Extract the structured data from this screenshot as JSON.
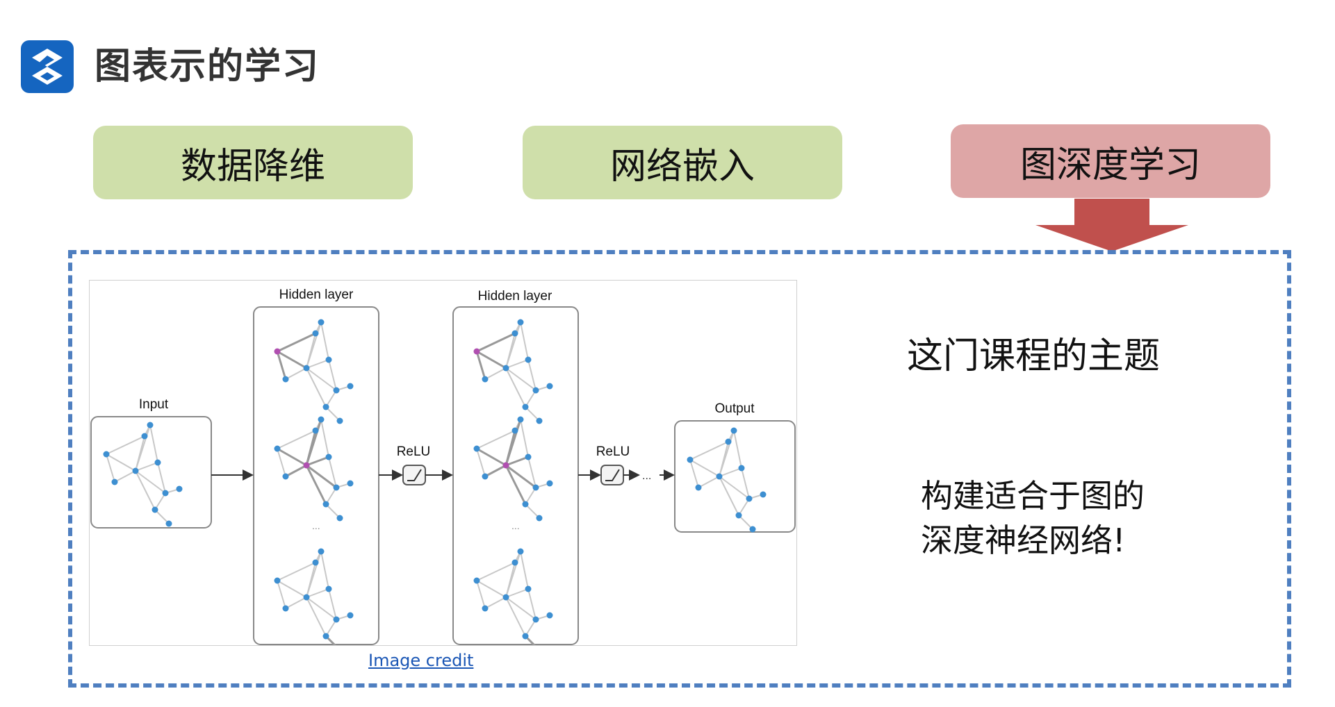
{
  "header": {
    "title": "图表示的学习",
    "logo_icon": "s-logo-icon",
    "logo_color": "#1565c0"
  },
  "topics": [
    {
      "label": "数据降维",
      "color": "#cfdfaa"
    },
    {
      "label": "网络嵌入",
      "color": "#cfdfaa"
    },
    {
      "label": "图深度学习",
      "color": "#dea6a6"
    }
  ],
  "arrow_color": "#c0504d",
  "frame_color": "#4f7fc0",
  "figure": {
    "labels": {
      "input": "Input",
      "hidden1": "Hidden layer",
      "hidden2": "Hidden layer",
      "relu1": "ReLU",
      "relu2": "ReLU",
      "output": "Output",
      "ellipsis1": "...",
      "ellipsis2": "...",
      "ellipsis3": "..."
    },
    "node_color": "#3d8fd1",
    "highlight_color": "#b04fb0"
  },
  "credit": "Image credit",
  "side": {
    "title": "这门课程的主题",
    "line1": "构建适合于图的",
    "line2": "深度神经网络!"
  }
}
